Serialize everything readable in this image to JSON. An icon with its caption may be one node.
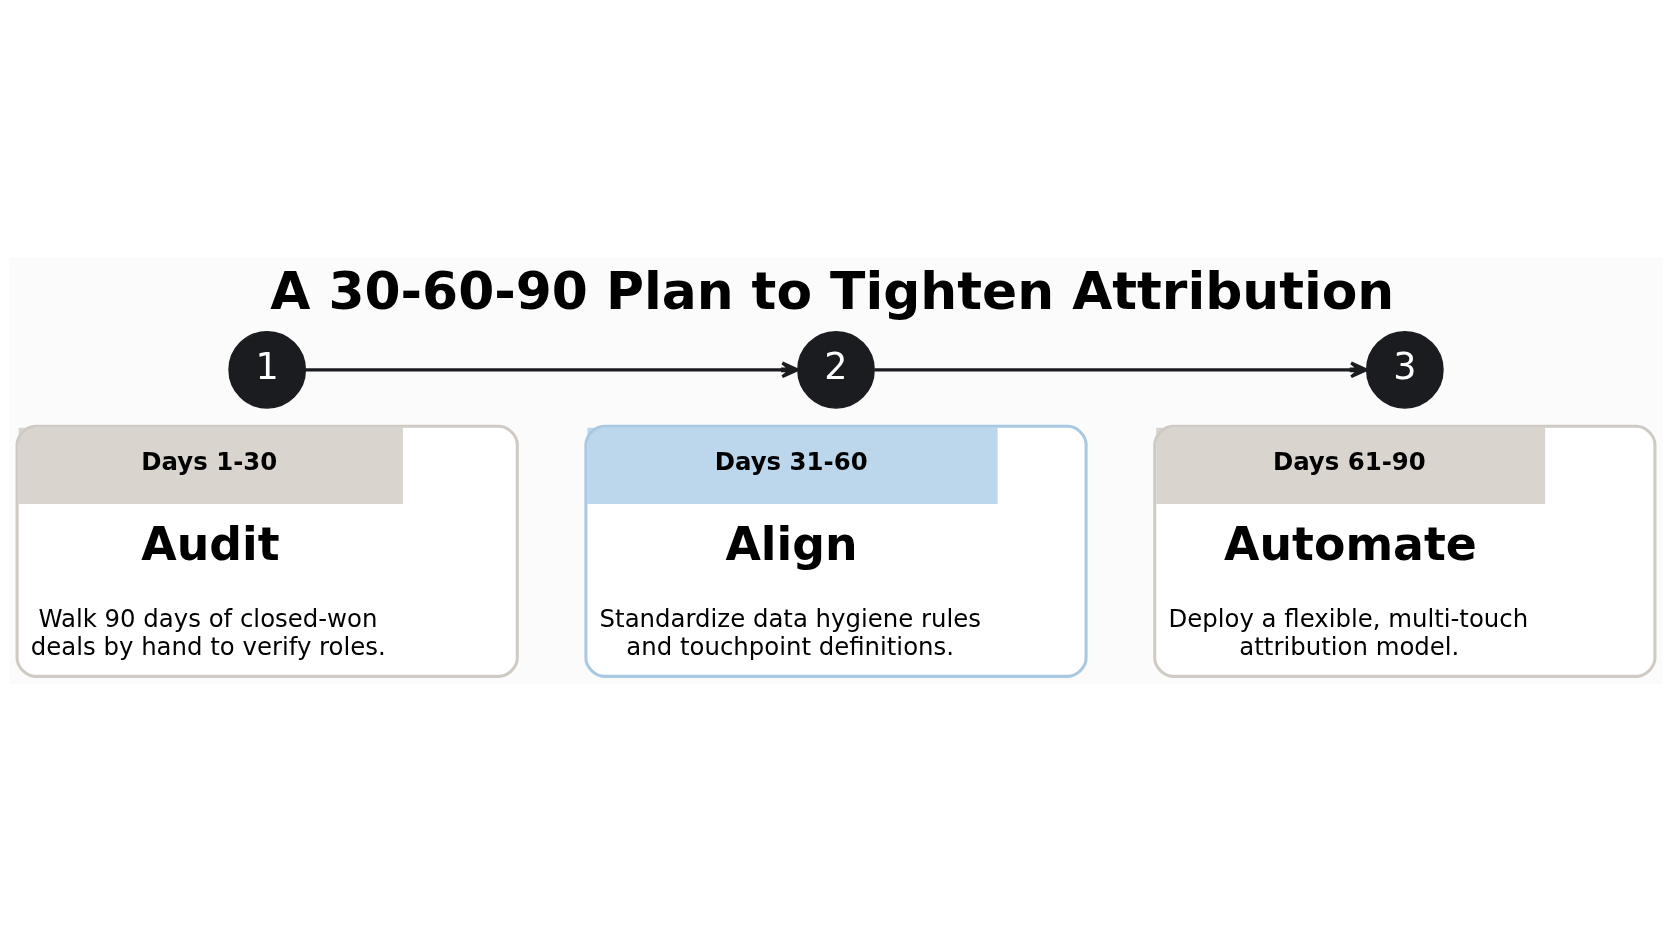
{
  "diagram": {
    "title": "A 30-60-90 Plan to Tighten Attribution",
    "nodes": [
      {
        "text": [
          "1"
        ]
      },
      {
        "text": [
          "Days 1-30",
          "Audit",
          "Walk 90 days of closed-won deals by hand to verify roles."
        ]
      },
      {
        "text": [
          "2"
        ]
      },
      {
        "text": [
          "Days 31-60",
          "Align",
          "Standardize data hygiene rules and touchpoint definitions."
        ]
      },
      {
        "text": [
          "3"
        ]
      },
      {
        "text": [
          "Days 61-90",
          "Automate",
          "Deploy a flexible, multi-touch attribution model."
        ]
      }
    ],
    "edges": [
      {
        "from": 0,
        "to": 2,
        "arrow": "to"
      },
      {
        "from": 2,
        "to": 4,
        "arrow": "to"
      }
    ]
  }
}
